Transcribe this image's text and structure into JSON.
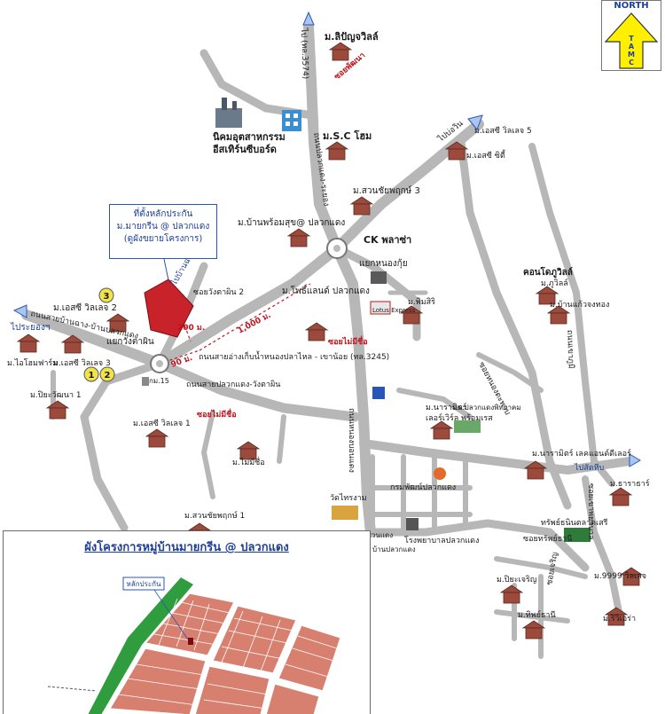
{
  "compass": {
    "word": "NORTH",
    "letters": [
      "T",
      "A",
      "M",
      "C"
    ],
    "arrow_color": "#fff000"
  },
  "callout": {
    "line1": "ที่ตั้งหลักประกัน",
    "line2": "ม.มายกรีน @ ปลวกแดง",
    "line3": "(ดูผังขยายโครงการ)"
  },
  "labels": {
    "to_top": "ไป (ทล.3574)",
    "to_ban_chang": "ไปบ้านฉาง",
    "to_rayong": "ไประยองฯ",
    "to_east": "ไปบ่อวิน",
    "to_sattahip": "ไปสัตหีบ",
    "rd_main": "ถนนปลวกแดง-ระยอง",
    "rd_pluakdaeng_wangkhahin": "ถนนสายปลวกแดง-วังตาผิน",
    "rd_nongpla": "ถนนสายอ่างเก็บน้ำหนองปลาไหล - เขาน้อย (ทล.3245)",
    "rd_banchang": "ถนนสายบ้านฉาง-บ้านปลวกแดง",
    "rd_nam": "ถนนหนองบอนแดง",
    "rd_nameastern": "ถนนเขาภูมิ",
    "soi_wangkhahin2": "ซอยวังตาผิน 2",
    "soi_mai_name": "ซอยไม่มีชื่อ",
    "soi_mai_name2": "ซอยไม่มีชื่อ",
    "soi_eastern": "ซอยหนองตะพาบ",
    "soi_nua": "ซอยเขาพยาบาล",
    "soi_charoen": "ซอยเจริญ",
    "soi_pattana": "ซอยพัฒนา",
    "dist_200": "200 ม.",
    "dist_1000": "1,000 ม.",
    "dist_90": "90 ม.",
    "yaek_wangtaphin": "แยกวังตาผิน",
    "ck_plaza": "CK พลาซ่า",
    "yaek_nongkhuay": "แยกหนองกุ้ย",
    "km15": "กม.15",
    "village_top": "ม.ลิปัญจวิลล์",
    "village_sc": "ม.S.C โฮม",
    "village_suanthong3": "ม.สวนชัยพฤกษ์ 3",
    "village_bankhum": "ม.บ้านพร้อมสุข@ ปลวกแดง",
    "village_ethi_top": "ม.เอสซี วิลเลจ 5",
    "village_ethi_city": "ม.เอสซี ซิตี้",
    "village_ethi2": "ม.เอสซี วิลเลจ 2",
    "village_lotus": "ม.ไอโฮมฟาร์ม",
    "village_ethi3": "ม.เอสซี วิลเลจ 3",
    "village_pornthawi": "ม.ปิยะวัฒนา 1",
    "village_ethi1": "ม.เอสซี วิลเลจ 1",
    "village_maimeechue": "ม.ไม่มีชื่อ",
    "village_suanthong1": "ม.สวนชัยพฤกษ์ 1",
    "village_phophiland": "ม.โพธิ์แลนด์ ปลวกแดง",
    "village_phisit": "ม.พิมสิริ",
    "village_condo": "คอนโดภูวิลล์",
    "village_puwill": "ม.ภูวิลล์",
    "village_bankaew": "ม.บ้านแก้วจงทอง",
    "village_naramit": "ม.นารามิตร์",
    "village_naramit2": "เลอร์เวิร์ล พร้อมเรส",
    "school": "ร.ร.ปลวกแดงพิทยาคม",
    "village_naramit_east": "ม.นารามิตร์ เลคแอนด์ดีเลอร์",
    "village_tharo": "ม.ธาราธาร์",
    "village_9999": "ม.9999 วิลเลจ",
    "village_riviera": "ม.ริวิเอร่า",
    "village_pijet": "ม.ปิยะเจริญ",
    "village_thipthani": "ม.ทิพย์ธานี",
    "market": "ทรัพย์ธนินตลาดเสรี",
    "soi_tiptani": "ซอยทรัพย์ธานี",
    "estate_name1": "นิคมอุตสาหกรรม",
    "estate_name2": "อีสเทิร์นซีบอร์ด",
    "amphoe": "กรมพัฒน์ปลวกแดง",
    "wat": "วัดไทรงาม",
    "pluakdaeng_town": "บ้านปลวกแดง",
    "pluakdaeng_town2": "สวนแดง",
    "hospital": "โรงพยาบาลปลวกแดง",
    "lotus_express": "Lotus Express",
    "num1": "1",
    "num2": "2",
    "num3": "3"
  },
  "inset": {
    "title": "ผังโครงการหมู่บ้านมายกรีน @ ปลวกแดง",
    "collateral_tag": "หลักประกัน"
  },
  "colors": {
    "road": "#b7b7b7",
    "plot_red": "#c8222a",
    "lot_fill": "#d88070",
    "green_strip": "#2f9d3e",
    "blue": "#2a55b8"
  }
}
